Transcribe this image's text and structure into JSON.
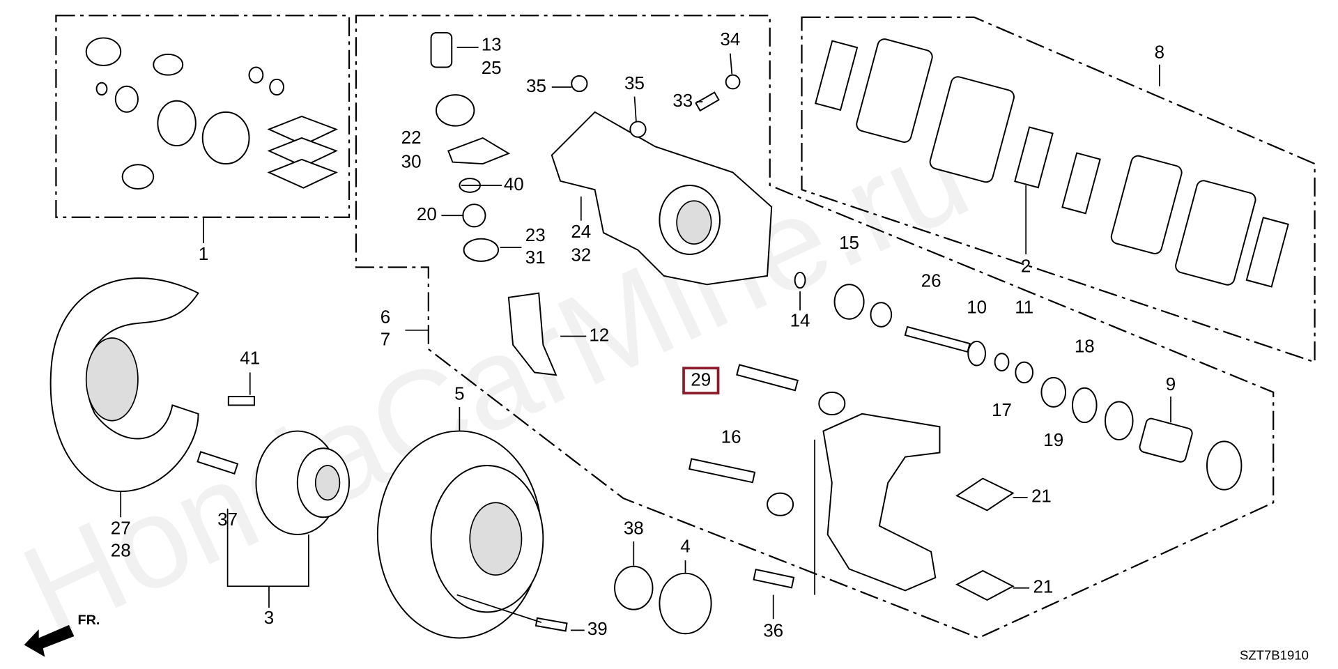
{
  "diagram": {
    "code": "SZT7B1910",
    "watermark": "HondaCarMine.ru",
    "direction_label": "FR.",
    "highlight_color": "#8b1a2b",
    "highlighted_part": "29",
    "callouts": {
      "c1": "1",
      "c2": "2",
      "c3": "3",
      "c4": "4",
      "c5": "5",
      "c6": "6",
      "c7": "7",
      "c8": "8",
      "c9": "9",
      "c10": "10",
      "c11": "11",
      "c12": "12",
      "c13": "13",
      "c14": "14",
      "c15": "15",
      "c16": "16",
      "c17": "17",
      "c18": "18",
      "c19": "19",
      "c20": "20",
      "c21a": "21",
      "c21b": "21",
      "c22": "22",
      "c23": "23",
      "c24": "24",
      "c25": "25",
      "c26": "26",
      "c27": "27",
      "c28": "28",
      "c29": "29",
      "c30": "30",
      "c31": "31",
      "c32": "32",
      "c33": "33",
      "c34": "34",
      "c35a": "35",
      "c35b": "35",
      "c36": "36",
      "c37": "37",
      "c38": "38",
      "c39": "39",
      "c40": "40",
      "c41": "41"
    }
  }
}
